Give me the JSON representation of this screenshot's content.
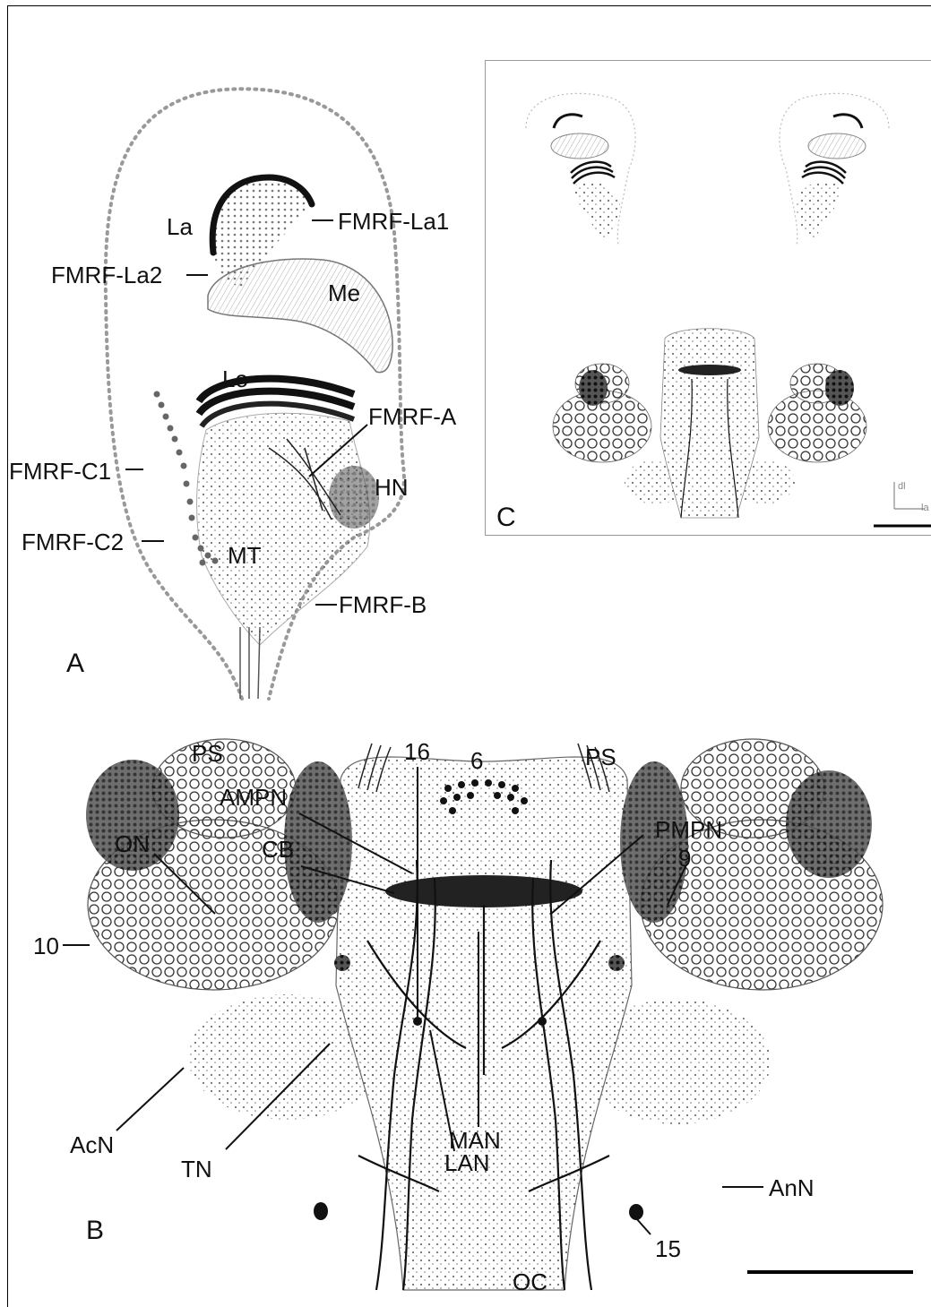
{
  "panels": {
    "a": {
      "letter": "A"
    },
    "b": {
      "letter": "B"
    },
    "c": {
      "letter": "C"
    }
  },
  "labels_a": {
    "la": "La",
    "me": "Me",
    "lo": "Lo",
    "mt": "MT",
    "hn": "HN",
    "fmrf_la1": "FMRF-La1",
    "fmrf_la2": "FMRF-La2",
    "fmrf_a": "FMRF-A",
    "fmrf_b": "FMRF-B",
    "fmrf_c1": "FMRF-C1",
    "fmrf_c2": "FMRF-C2"
  },
  "labels_b": {
    "ps_left": "PS",
    "ps_right": "PS",
    "n16": "16",
    "n6": "6",
    "ampn": "AMPN",
    "pmpn": "PMPN",
    "on": "ON",
    "cb": "CB",
    "n9": "9",
    "n10": "10",
    "acn": "AcN",
    "tn": "TN",
    "man": "MAN",
    "lan": "LAN",
    "ann": "AnN",
    "n15": "15",
    "oc": "OC"
  },
  "labels_c": {
    "axis_dl": "dl",
    "axis_la": "la"
  }
}
